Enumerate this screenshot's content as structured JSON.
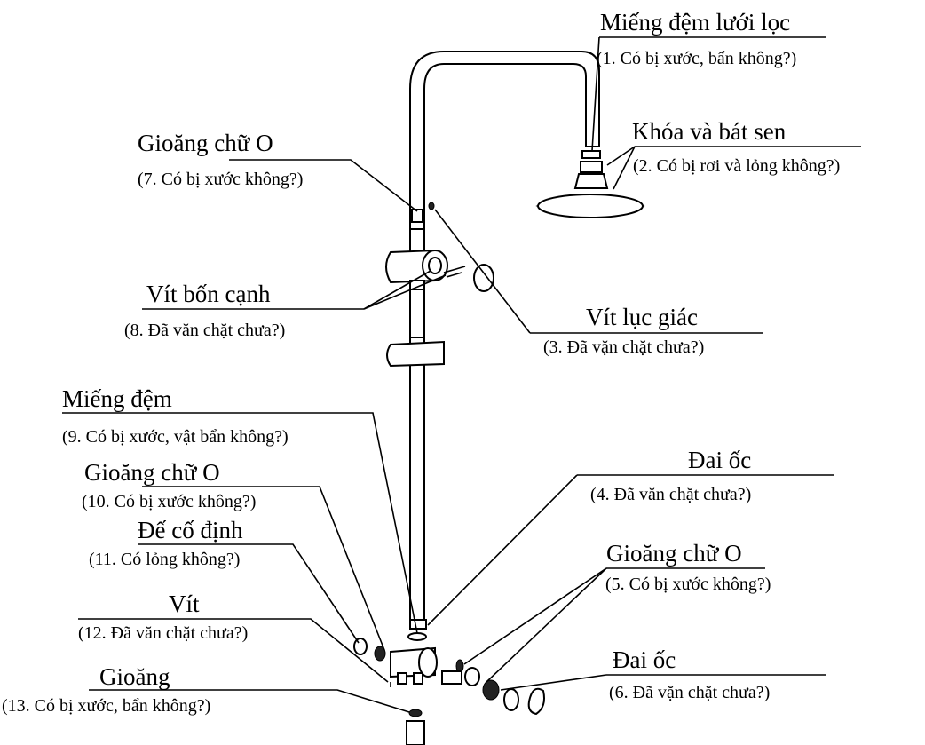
{
  "labels": [
    {
      "id": "1",
      "title": "Miếng đệm lưới lọc",
      "note": "(1. Có bị xước, bẩn không?)"
    },
    {
      "id": "2",
      "title": "Khóa và bát sen",
      "note": "(2. Có bị rơi và lỏng không?)"
    },
    {
      "id": "7",
      "title": "Gioăng chữ O",
      "note": "(7. Có bị xước không?)"
    },
    {
      "id": "8",
      "title": "Vít bốn cạnh",
      "note": "(8. Đã văn chặt chưa?)"
    },
    {
      "id": "3",
      "title": "Vít lục giác",
      "note": "(3. Đã vặn chặt chưa?)"
    },
    {
      "id": "9",
      "title": "Miếng đệm",
      "note": "(9. Có bị xước, vật bẩn không?)"
    },
    {
      "id": "4",
      "title": "Đai ốc",
      "note": "(4. Đã văn chặt chưa?)"
    },
    {
      "id": "10",
      "title": "Gioăng chữ O",
      "note": "(10. Có bị xước không?)"
    },
    {
      "id": "11",
      "title": "Đế cố định",
      "note": "(11. Có lỏng không?)"
    },
    {
      "id": "5",
      "title": "Gioăng chữ O",
      "note": "(5. Có bị xước không?)"
    },
    {
      "id": "12",
      "title": "Vít",
      "note": "(12. Đã văn chặt chưa?)"
    },
    {
      "id": "6",
      "title": "Đai ốc",
      "note": "(6. Đã vặn chặt chưa?)"
    },
    {
      "id": "13",
      "title": "Gioăng",
      "note": "(13. Có bị xước, bẩn không?)"
    }
  ]
}
